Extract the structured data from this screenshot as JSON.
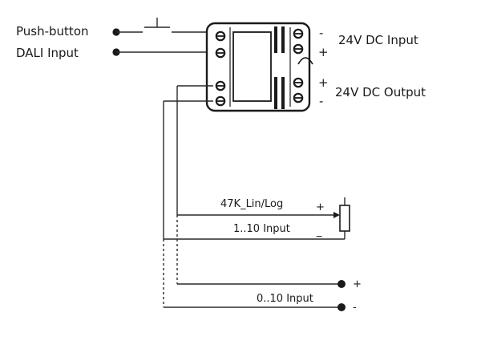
{
  "labels": {
    "push_button": "Push-button",
    "dali_input": "DALI Input",
    "dc_input": "24V DC Input",
    "dc_output": "24V DC Output",
    "pot": "47K_Lin/Log",
    "input_1_10": "1..10 Input",
    "input_0_10": "0..10 Input"
  },
  "polarity": {
    "in_minus": "-",
    "in_plus": "+",
    "out_plus": "+",
    "out_minus": "-",
    "pot_plus": "+",
    "pot_minus": "_",
    "v010_plus": "+",
    "v010_minus": "-"
  }
}
